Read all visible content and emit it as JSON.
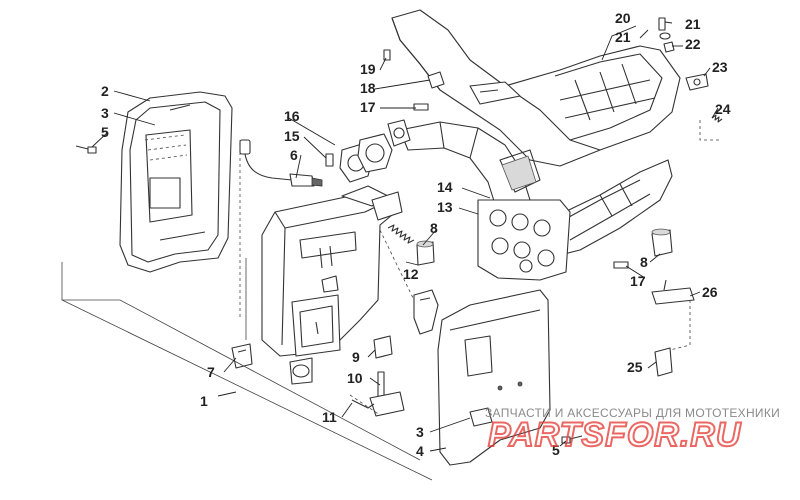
{
  "callouts": {
    "c1": "1",
    "c2": "2",
    "c3a": "3",
    "c3b": "3",
    "c4": "4",
    "c5a": "5",
    "c5b": "5",
    "c6": "6",
    "c7": "7",
    "c8a": "8",
    "c8b": "8",
    "c9": "9",
    "c10": "10",
    "c11": "11",
    "c12": "12",
    "c13": "13",
    "c14": "14",
    "c15": "15",
    "c16": "16",
    "c17a": "17",
    "c17b": "17",
    "c18": "18",
    "c19": "19",
    "c20": "20",
    "c21a": "21",
    "c21b": "21",
    "c22": "22",
    "c23": "23",
    "c24": "24",
    "c25": "25",
    "c26": "26"
  },
  "watermark": {
    "caption": "ЗАПЧАСТИ И АКСЕССУАРЫ ДЛЯ МОТОТЕХНИКИ",
    "logo": "PARTSFOR.RU",
    "accent_color": "#e3342f"
  }
}
